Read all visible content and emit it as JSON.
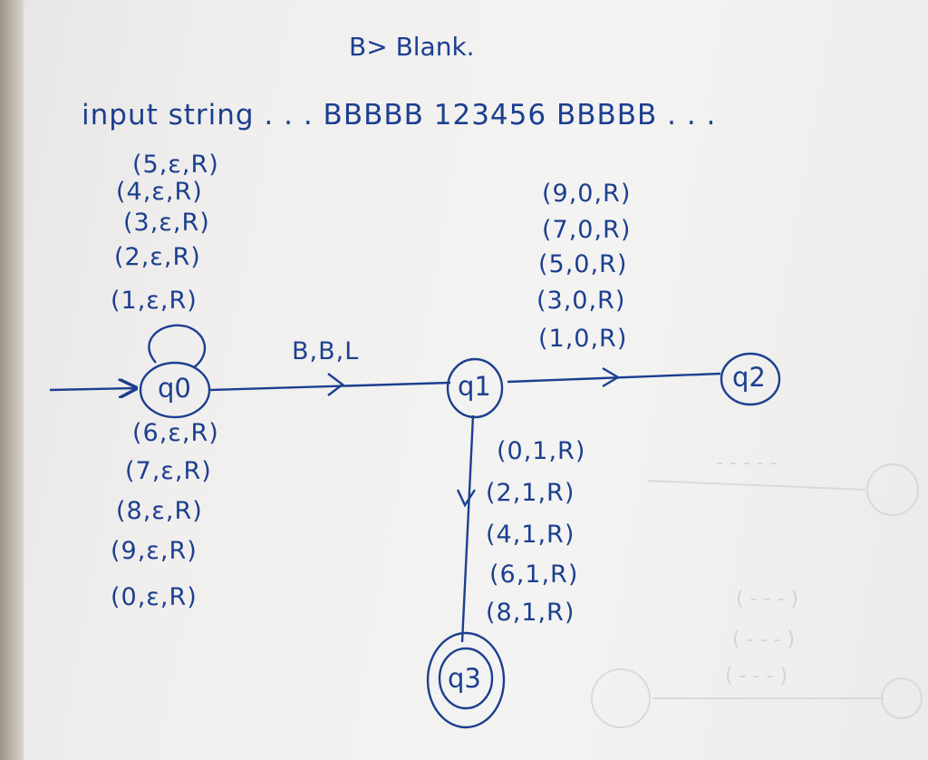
{
  "title": "B> Blank.",
  "input_line": "input string . . . BBBBB 123456 BBBBB . . .",
  "states": {
    "q0": "q0",
    "q1": "q1",
    "q2": "q2",
    "q3": "q3"
  },
  "self_loop_labels_above": [
    "(5,ε,R)",
    "(4,ε,R)",
    "(3,ε,R)",
    "(2,ε,R)",
    "(1,ε,R)"
  ],
  "self_loop_labels_below": [
    "(6,ε,R)",
    "(7,ε,R)",
    "(8,ε,R)",
    "(9,ε,R)",
    "(0,ε,R)"
  ],
  "q0_to_q1_label": "B,B,L",
  "q1_to_q2_labels": [
    "(9,0,R)",
    "(7,0,R)",
    "(5,0,R)",
    "(3,0,R)",
    "(1,0,R)"
  ],
  "q1_to_q3_labels": [
    "(0,1,R)",
    "(2,1,R)",
    "(4,1,R)",
    "(6,1,R)",
    "(8,1,R)"
  ],
  "ink_color": "#1c3f8f"
}
